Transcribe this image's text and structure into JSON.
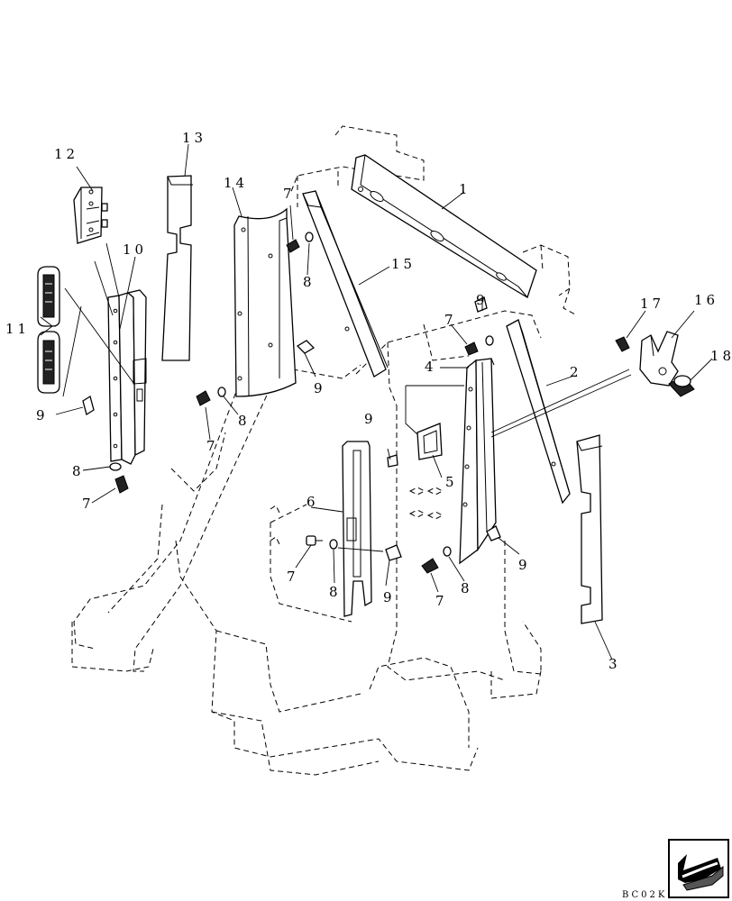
{
  "diagram": {
    "callouts": [
      {
        "id": "c1",
        "text": "1"
      },
      {
        "id": "c2",
        "text": "2"
      },
      {
        "id": "c3",
        "text": "3"
      },
      {
        "id": "c4",
        "text": "4"
      },
      {
        "id": "c5",
        "text": "5"
      },
      {
        "id": "c6",
        "text": "6"
      },
      {
        "id": "c7a",
        "text": "7"
      },
      {
        "id": "c7b",
        "text": "7"
      },
      {
        "id": "c7c",
        "text": "7"
      },
      {
        "id": "c7d",
        "text": "7"
      },
      {
        "id": "c7e",
        "text": "7"
      },
      {
        "id": "c7f",
        "text": "7"
      },
      {
        "id": "c8a",
        "text": "8"
      },
      {
        "id": "c8b",
        "text": "8"
      },
      {
        "id": "c8c",
        "text": "8"
      },
      {
        "id": "c8d",
        "text": "8"
      },
      {
        "id": "c8e",
        "text": "8"
      },
      {
        "id": "c9a",
        "text": "9"
      },
      {
        "id": "c9b",
        "text": "9"
      },
      {
        "id": "c9c",
        "text": "9"
      },
      {
        "id": "c9d",
        "text": "9"
      },
      {
        "id": "c9e",
        "text": "9"
      },
      {
        "id": "c9f",
        "text": "9"
      },
      {
        "id": "c10",
        "text": "10"
      },
      {
        "id": "c11",
        "text": "11"
      },
      {
        "id": "c12",
        "text": "12"
      },
      {
        "id": "c13",
        "text": "13"
      },
      {
        "id": "c14",
        "text": "14"
      },
      {
        "id": "c15",
        "text": "15"
      },
      {
        "id": "c16",
        "text": "16"
      },
      {
        "id": "c17",
        "text": "17"
      },
      {
        "id": "c18",
        "text": "18"
      }
    ],
    "figure_code": "BC02K"
  },
  "nav": {
    "arrow_icon": "curved-arrow-icon"
  }
}
